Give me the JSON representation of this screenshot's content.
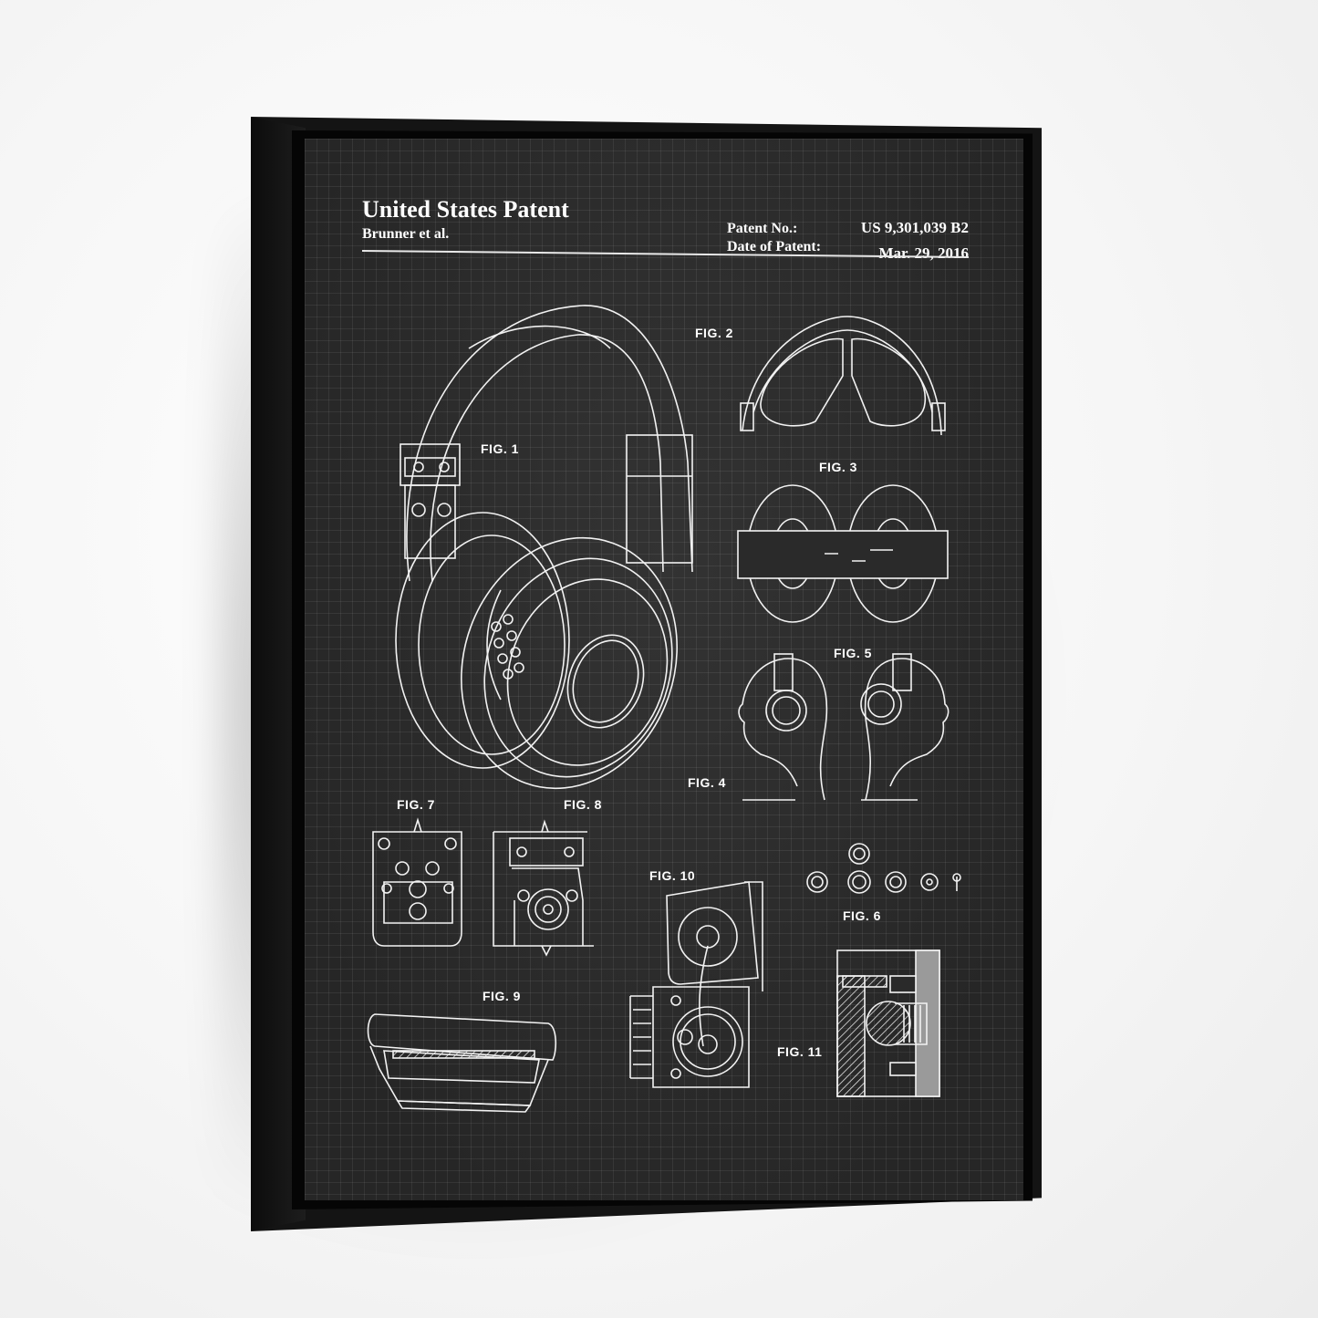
{
  "scene": {
    "type": "framed-wall-art-product-photo",
    "frame_color": "#141414",
    "wall_color": "#f4f4f4"
  },
  "poster": {
    "background_color": "#2a2a2a",
    "line_color": "#f2f2f2",
    "header": {
      "title": "United States Patent",
      "inventor": "Brunner et al.",
      "patent_no_label": "Patent No.:",
      "patent_no_value": "US 9,301,039 B2",
      "date_label": "Date of Patent:",
      "date_value": "Mar. 29, 2016"
    },
    "figures": [
      {
        "id": "fig1",
        "label": "FIG. 1",
        "depicts": "headphones perspective view"
      },
      {
        "id": "fig2",
        "label": "FIG. 2",
        "depicts": "folded headphones top view"
      },
      {
        "id": "fig3",
        "label": "FIG. 3",
        "depicts": "headphones top view with headband"
      },
      {
        "id": "fig4",
        "label": "FIG. 4",
        "depicts": "head profile wearing headphones, left"
      },
      {
        "id": "fig5",
        "label": "FIG. 5",
        "depicts": "head profile wearing headphones, right"
      },
      {
        "id": "fig6",
        "label": "FIG. 6",
        "depicts": "washers and screw parts"
      },
      {
        "id": "fig7",
        "label": "FIG. 7",
        "depicts": "hinge assembly front"
      },
      {
        "id": "fig8",
        "label": "FIG. 8",
        "depicts": "hinge assembly side"
      },
      {
        "id": "fig9",
        "label": "FIG. 9",
        "depicts": "ear cup cross section"
      },
      {
        "id": "fig10",
        "label": "FIG. 10",
        "depicts": "rotating hinge mechanism"
      },
      {
        "id": "fig11",
        "label": "FIG. 11",
        "depicts": "spring detent cross section"
      }
    ]
  }
}
